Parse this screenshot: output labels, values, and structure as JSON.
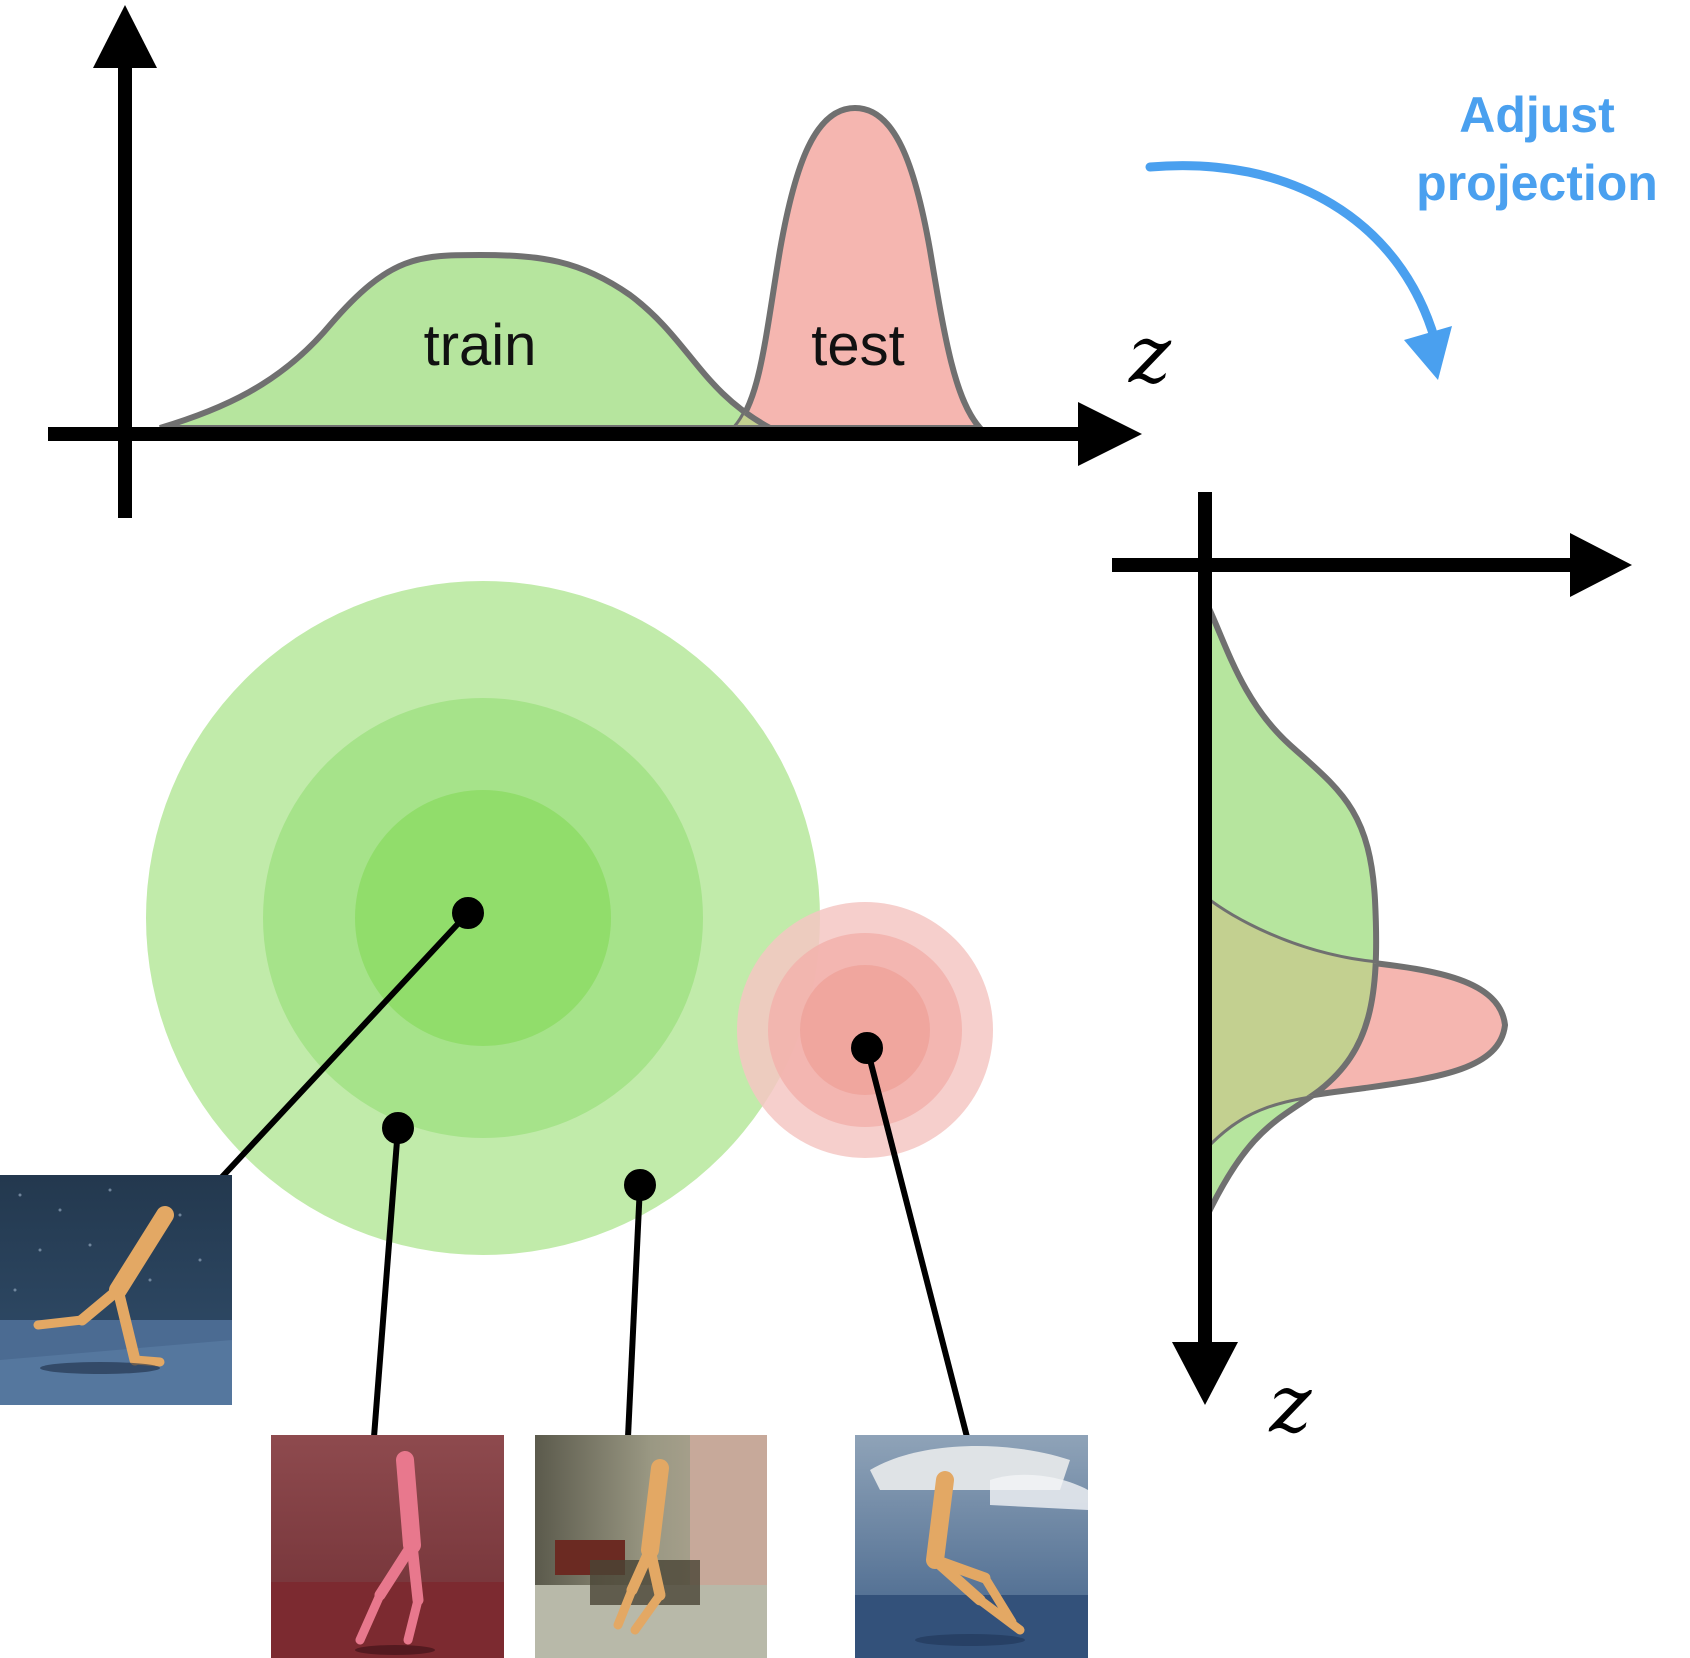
{
  "labels": {
    "train": "train",
    "test": "test",
    "axis_var": "z",
    "adjust_line1": "Adjust",
    "adjust_line2": "projection"
  },
  "colors": {
    "train_fill": "#b6e59e",
    "test_fill": "#f5b6b0",
    "overlap_fill": "#c3d090",
    "outline": "#707070",
    "accent_blue": "#4aa0ef",
    "axis": "#000000",
    "green_ring_outer": "#c1ebaa",
    "green_ring_mid": "#a6e38a",
    "green_ring_inner": "#91dd6b",
    "red_ring_outer": "#f5c7c3",
    "red_ring_mid": "#f2b2ac",
    "red_ring_inner": "#eea39b"
  },
  "thumbnails": [
    {
      "name": "thumbnail-walker-dark-sky",
      "icon": "walker-robot-icon",
      "background": "dark-blue-starry"
    },
    {
      "name": "thumbnail-walker-red-floor",
      "icon": "walker-robot-icon",
      "background": "red-textured"
    },
    {
      "name": "thumbnail-walker-room",
      "icon": "walker-robot-icon",
      "background": "indoor-room"
    },
    {
      "name": "thumbnail-walker-boat",
      "icon": "walker-robot-icon",
      "background": "water-boat"
    }
  ]
}
